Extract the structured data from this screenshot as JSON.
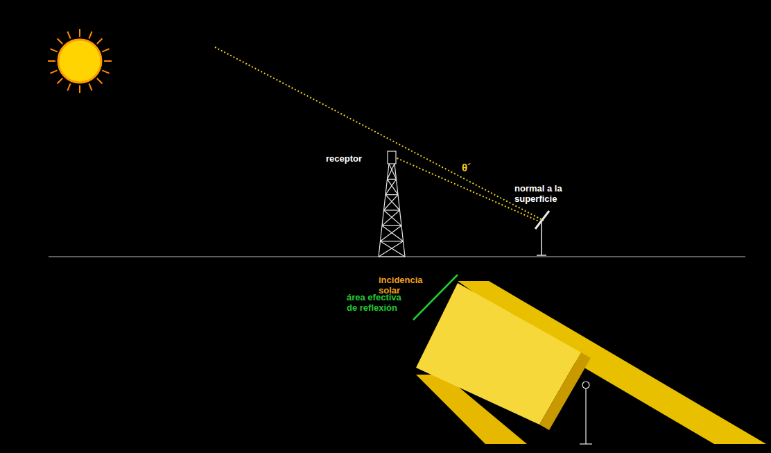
{
  "diagram": {
    "labels": [
      "receptor",
      "θ´",
      "normal a la superficie",
      "incidencia solar",
      "área efectiva de reflexión"
    ]
  }
}
